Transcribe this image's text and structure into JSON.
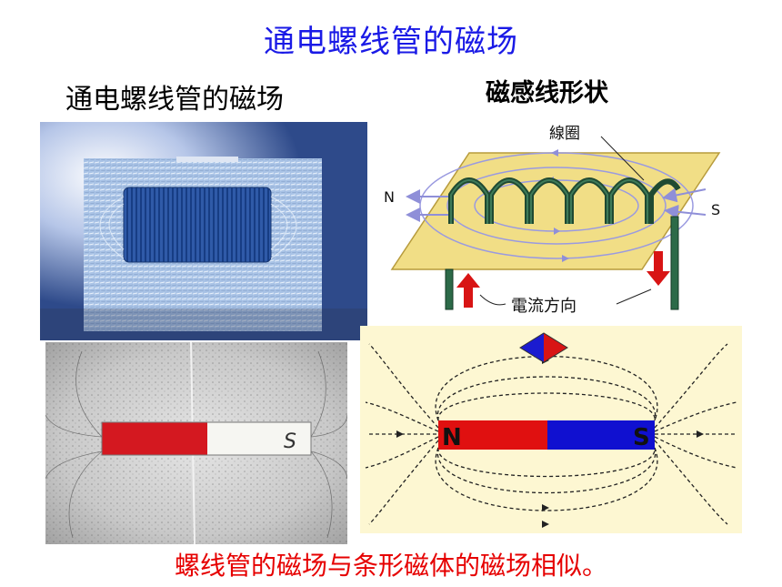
{
  "slide": {
    "title": "通电螺线管的磁场",
    "left_heading": "通电螺线管的磁场",
    "right_heading": "磁感线形状",
    "caption": "螺线管的磁场与条形磁体的磁场相似。"
  },
  "diagram": {
    "coil_label": "線圈",
    "current_label": "電流方向",
    "pole_n": "N",
    "pole_s": "S"
  },
  "bar_magnet_diagram": {
    "pole_n": "N",
    "pole_s": "S",
    "colors": {
      "north": "#e01010",
      "south": "#1010d0"
    }
  },
  "photo_magnet": {
    "mark": "S"
  }
}
